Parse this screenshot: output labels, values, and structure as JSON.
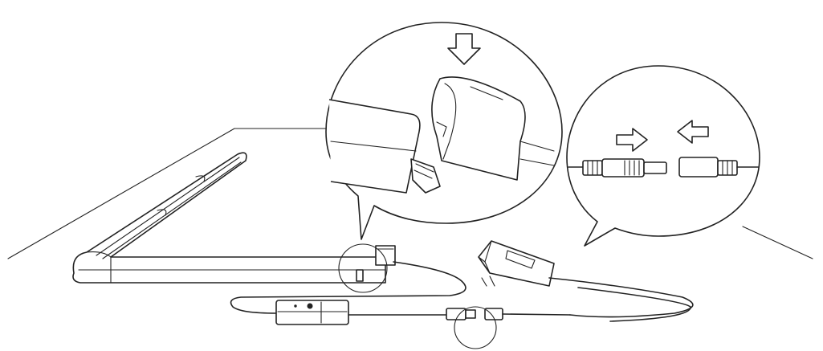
{
  "diagram": {
    "style": "monochrome line-art installation illustration",
    "colors": {
      "line": "#222222",
      "background": "#ffffff"
    },
    "icons": [
      "arrow-down-icon",
      "arrow-right-icon",
      "arrow-left-icon"
    ],
    "callouts": [
      {
        "id": "light-bar-clip-connector"
      },
      {
        "id": "barrel-plug-to-socket"
      }
    ]
  }
}
